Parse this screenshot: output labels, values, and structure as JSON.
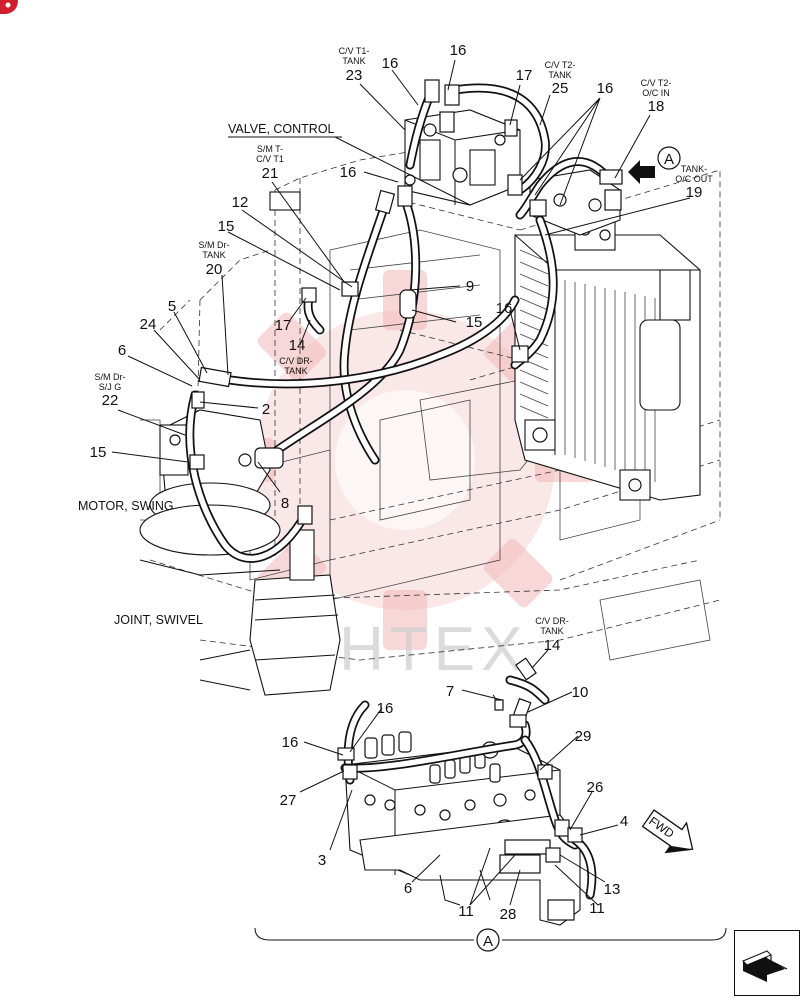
{
  "labels": {
    "valve_control": "VALVE, CONTROL",
    "motor_swing": "MOTOR, SWING",
    "joint_swivel": "JOINT, SWIVEL",
    "fwd": "FWD",
    "watermark": "MHTEX",
    "view_a": "A"
  },
  "hose_tags": {
    "ct1_tank": [
      "C/V T1-",
      "TANK"
    ],
    "ct2_tank": [
      "C/V T2-",
      "TANK"
    ],
    "ct2_oc_in": [
      "C/V T2-",
      "O/C IN"
    ],
    "tank_oc_out": [
      "TANK-",
      "O/C OUT"
    ],
    "sm_t_ct1": [
      "S/M T-",
      "C/V T1"
    ],
    "sm_dr_tank": [
      "S/M Dr-",
      "TANK"
    ],
    "cv_dr_tank_upper": [
      "C/V DR-",
      "TANK"
    ],
    "sm_dr_sjg": [
      "S/M Dr-",
      "S/J G"
    ],
    "cv_dr_tank_lower": [
      "C/V DR-",
      "TANK"
    ]
  },
  "parts": {
    "p23": "23",
    "p16a": "16",
    "p16b": "16",
    "p17a": "17",
    "p25": "25",
    "p16c": "16",
    "p18": "18",
    "p16d": "16",
    "p19": "19",
    "p21": "21",
    "p12": "12",
    "p15a": "15",
    "p20": "20",
    "p9": "9",
    "p15b": "15",
    "p5": "5",
    "p24": "24",
    "p17b": "17",
    "p14a": "14",
    "p16e": "16",
    "p6a": "6",
    "p22": "22",
    "p2": "2",
    "p15c": "15",
    "p8": "8",
    "p14b": "14",
    "p7": "7",
    "p10": "10",
    "p16f": "16",
    "p16g": "16",
    "p29": "29",
    "p27": "27",
    "p26": "26",
    "p4": "4",
    "p3": "3",
    "p6b": "6",
    "p13": "13",
    "p11a": "11",
    "p28": "28",
    "p11b": "11"
  },
  "icons": {
    "corner": "logo-icon",
    "nav": "next-page-arrow-icon",
    "fwd": "forward-arrow-icon"
  },
  "colors": {
    "watermark": "#f2c4c4",
    "corner_logo": "#d0202e",
    "ink": "#111111"
  }
}
